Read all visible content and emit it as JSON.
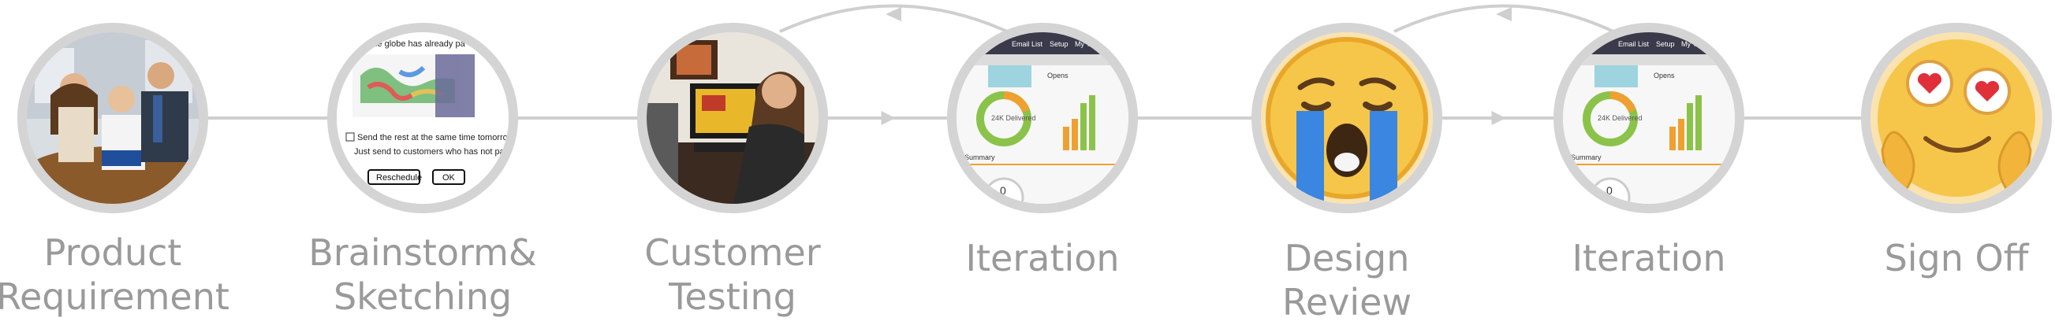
{
  "stages": [
    {
      "label": "Product\nRequirement",
      "image": "team-meeting-photo"
    },
    {
      "label": "Brainstorm&\nSketching",
      "image": "world-map-sketch",
      "sketch_text": [
        "of the globe has already pa",
        "Send the rest at the same time tomorrow wh",
        "Just send to customers who has not passed"
      ],
      "sketch_buttons": [
        "Reschedule",
        "OK"
      ]
    },
    {
      "label": "Customer\nTesting",
      "image": "user-at-computer-photo"
    },
    {
      "label": "Iteration",
      "image": "dashboard-screenshot",
      "dashboard_text": {
        "nav": [
          "Email List",
          "Setup",
          "My Teams"
        ],
        "metric": "24K\nDelivered",
        "opens": "Opens",
        "summary": "Summary",
        "counter": "0"
      }
    },
    {
      "label": "Design Review",
      "image": "crying-face-emoji"
    },
    {
      "label": "Iteration",
      "image": "dashboard-screenshot",
      "dashboard_text": {
        "nav": [
          "Email List",
          "Setup",
          "My Teams"
        ],
        "metric": "24K\nDelivered",
        "opens": "Opens",
        "summary": "Summary",
        "counter": "0"
      }
    },
    {
      "label": "Sign Off",
      "image": "heart-eyes-face-emoji"
    }
  ],
  "feedback_loops": [
    {
      "from_stage": 3,
      "to_stage": 2
    },
    {
      "from_stage": 5,
      "to_stage": 4
    }
  ],
  "colors": {
    "connector": "#cfcfcf",
    "ring": "#d4d4d4",
    "label": "#9a9a9a"
  }
}
